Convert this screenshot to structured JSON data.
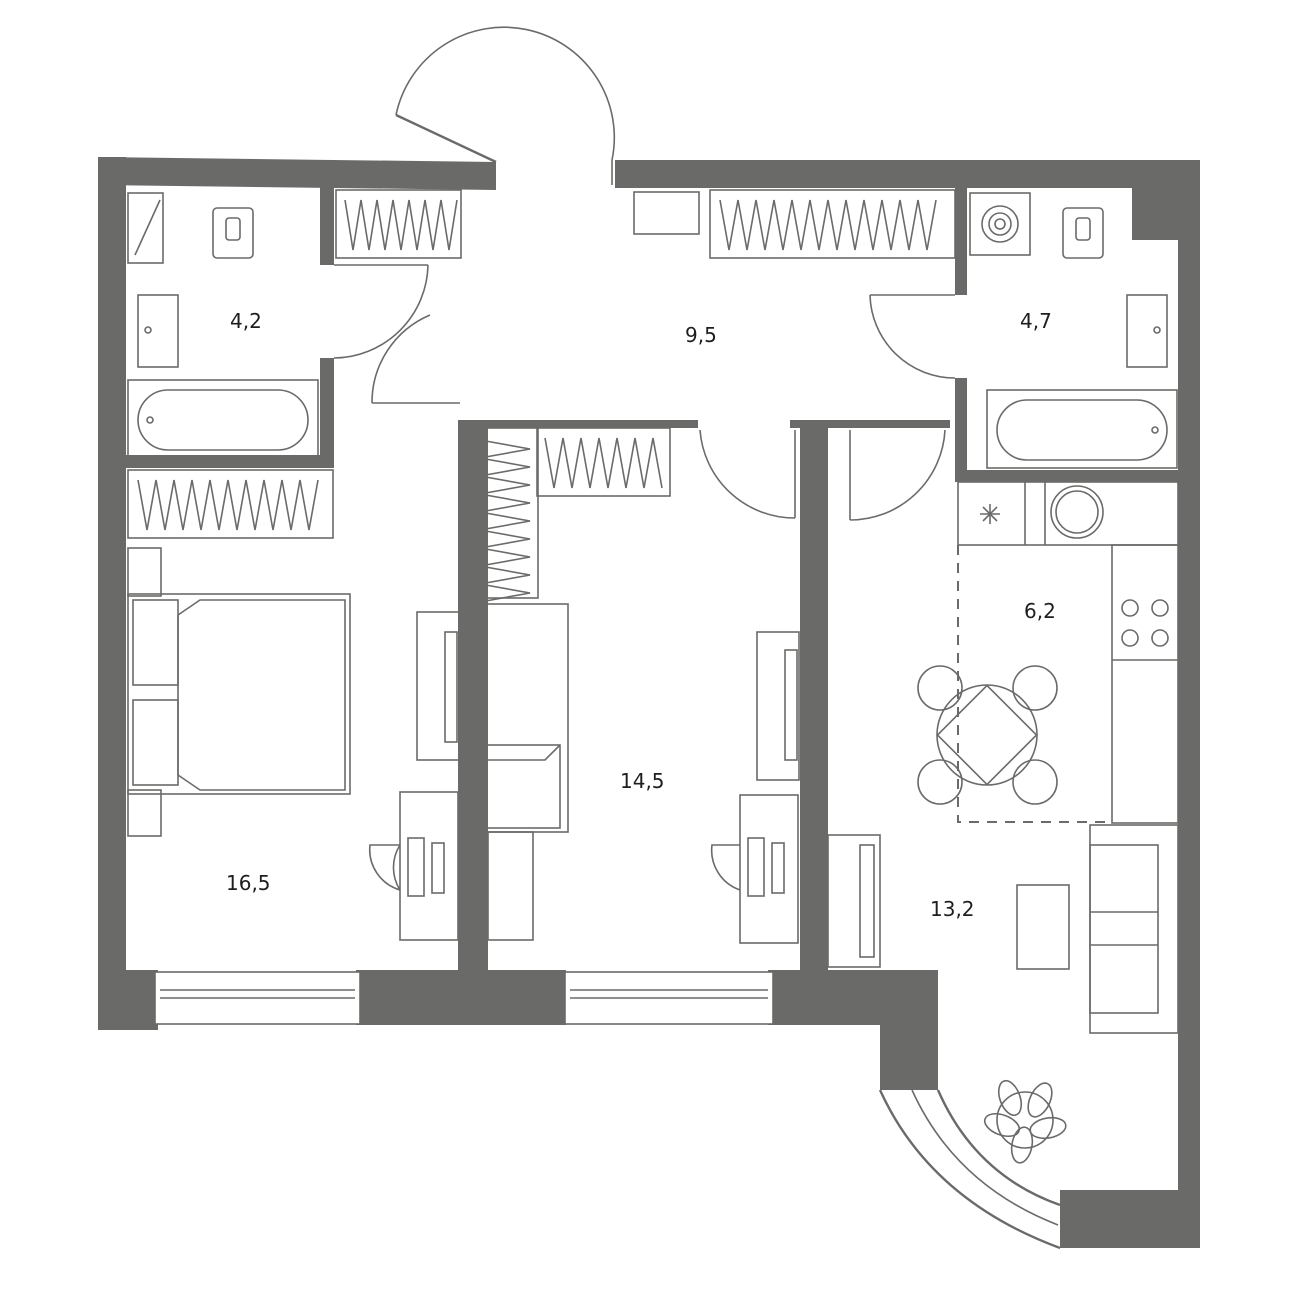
{
  "rooms": [
    {
      "id": "bathroom-1",
      "area": "4,2"
    },
    {
      "id": "hallway",
      "area": "9,5"
    },
    {
      "id": "bathroom-2",
      "area": "4,7"
    },
    {
      "id": "kitchen",
      "area": "6,2"
    },
    {
      "id": "bedroom-2",
      "area": "14,5"
    },
    {
      "id": "bedroom-1",
      "area": "16,5"
    },
    {
      "id": "living-room",
      "area": "13,2"
    }
  ]
}
